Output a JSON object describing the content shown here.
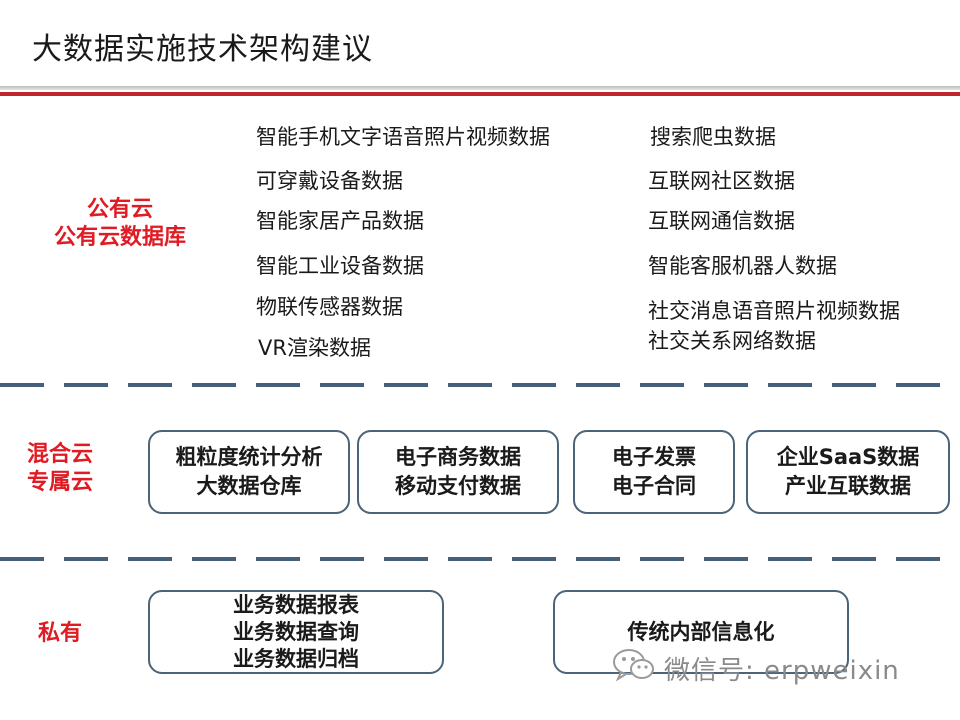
{
  "title": "大数据实施技术架构建议",
  "zones": {
    "public": {
      "line1": "公有云",
      "line2": "公有云数据库"
    },
    "hybrid": {
      "line1": "混合云",
      "line2": "专属云"
    },
    "private": {
      "line1": "私有"
    }
  },
  "public_left": [
    "智能手机文字语音照片视频数据",
    "可穿戴设备数据",
    "智能家居产品数据",
    "智能工业设备数据",
    "物联传感器数据",
    "VR渲染数据"
  ],
  "public_right": [
    "搜索爬虫数据",
    "互联网社区数据",
    "互联网通信数据",
    "智能客服机器人数据",
    "社交消息语音照片视频数据",
    "社交关系网络数据"
  ],
  "hybrid_boxes": [
    {
      "line1": "粗粒度统计分析",
      "line2": "大数据仓库"
    },
    {
      "line1": "电子商务数据",
      "line2": "移动支付数据"
    },
    {
      "line1": "电子发票",
      "line2": "电子合同"
    },
    {
      "line1": "企业SaaS数据",
      "line2": "产业互联数据"
    }
  ],
  "private_boxes": [
    {
      "line1": "业务数据报表",
      "line2": "业务数据查询",
      "line3": "业务数据归档"
    },
    {
      "line1": "传统内部信息化"
    }
  ],
  "watermark": {
    "icon": "wechat-icon",
    "text": "微信号: erpweixin"
  },
  "colors": {
    "accent_red": "#e01b24",
    "rule_red": "#c0242d",
    "border": "#4b6479",
    "dash": "#46607a"
  }
}
